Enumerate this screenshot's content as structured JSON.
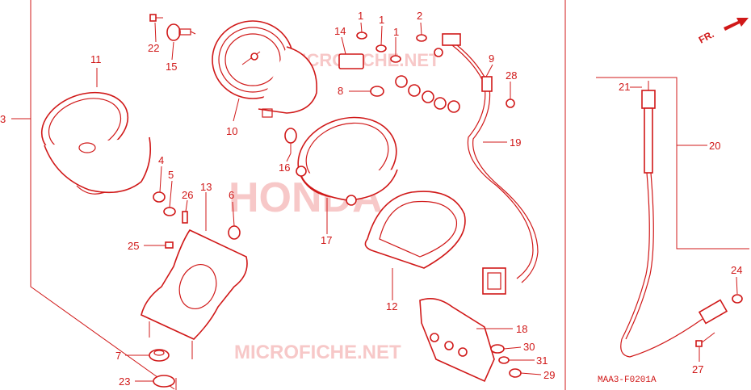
{
  "watermarks": {
    "center": "HONDA",
    "top": "MICROFICHE.NET",
    "bottom": "MICROFICHE.NET"
  },
  "direction_label": "FR.",
  "diagram_code": "MAA3-F0201A",
  "callouts": {
    "c1a": "1",
    "c1b": "1",
    "c1c": "1",
    "c2": "2",
    "c3": "3",
    "c4": "4",
    "c5": "5",
    "c6": "6",
    "c7": "7",
    "c8": "8",
    "c9": "9",
    "c10": "10",
    "c11": "11",
    "c12": "12",
    "c13": "13",
    "c14": "14",
    "c15": "15",
    "c16": "16",
    "c17": "17",
    "c18": "18",
    "c19": "19",
    "c20": "20",
    "c21": "21",
    "c22": "22",
    "c23": "23",
    "c24": "24",
    "c25": "25",
    "c26": "26",
    "c27": "27",
    "c28": "28",
    "c29": "29",
    "c30": "30",
    "c31": "31"
  }
}
